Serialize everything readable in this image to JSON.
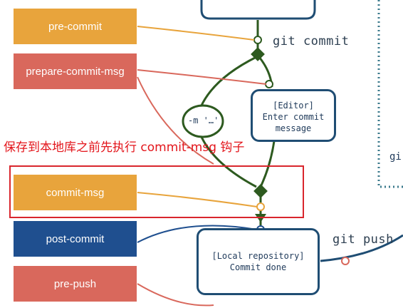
{
  "hooks": {
    "pre_commit": "pre-commit",
    "prepare_commit_msg": "prepare-commit-msg",
    "commit_msg": "commit-msg",
    "post_commit": "post-commit",
    "pre_push": "pre-push"
  },
  "labels": {
    "git_commit": "git commit",
    "git_push": "git push",
    "m_flag": "-m '…'",
    "edge_partial": "gi"
  },
  "editor_box": {
    "line1": "[Editor]",
    "line2": "Enter commit",
    "line3": "message"
  },
  "repo_box": {
    "line1": "[Local repository]",
    "line2": "Commit done"
  },
  "annotation": "保存到本地库之前先执行  commit-msg 钩子",
  "colors": {
    "hook_orange": "#e8a43c",
    "hook_red": "#d9685c",
    "hook_blue": "#1f4f8f",
    "flow_green": "#2d5a1f",
    "box_border": "#1f4d73",
    "highlight_red": "#d9262d",
    "dotted_teal": "#3b7a8c"
  }
}
